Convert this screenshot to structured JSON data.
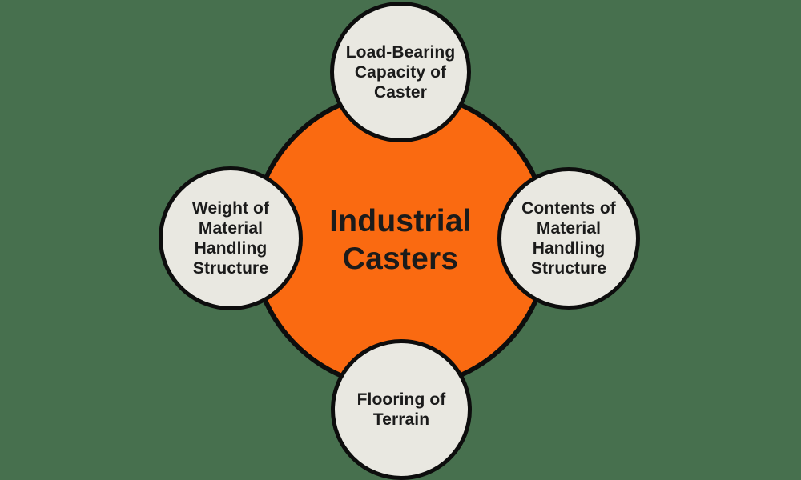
{
  "diagram": {
    "title": "Industrial Casters",
    "type": "radial-concept-diagram",
    "center": {
      "label": "Industrial\nCasters"
    },
    "nodes": [
      {
        "id": "top",
        "position": "top",
        "label": "Load-Bearing\nCapacity of\nCaster"
      },
      {
        "id": "left",
        "position": "left",
        "label": "Weight of\nMaterial\nHandling\nStructure"
      },
      {
        "id": "right",
        "position": "right",
        "label": "Contents of\nMaterial\nHandling\nStructure"
      },
      {
        "id": "bottom",
        "position": "bottom",
        "label": "Flooring of\nTerrain"
      }
    ],
    "colors": {
      "background": "#47704E",
      "center_fill": "#FA6A11",
      "node_fill": "#E9E8E1",
      "outline": "#0D0D0D",
      "text": "#1B1B1B"
    }
  }
}
